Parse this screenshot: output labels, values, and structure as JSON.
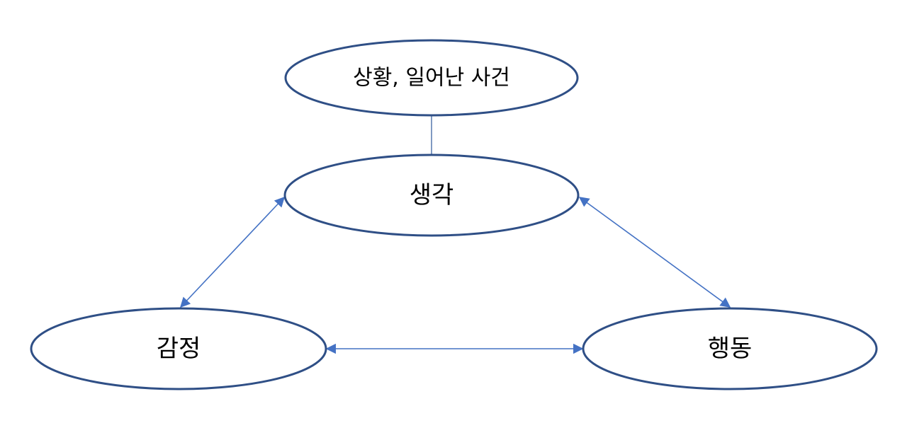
{
  "nodes": {
    "situation": {
      "label": "상황, 일어난 사건"
    },
    "thought": {
      "label": "생각"
    },
    "emotion": {
      "label": "감정"
    },
    "behavior": {
      "label": "행동"
    }
  },
  "connectors": [
    {
      "from": "situation",
      "to": "thought",
      "style": "line"
    },
    {
      "from": "thought",
      "to": "emotion",
      "style": "double-arrow"
    },
    {
      "from": "thought",
      "to": "behavior",
      "style": "double-arrow"
    },
    {
      "from": "emotion",
      "to": "behavior",
      "style": "double-arrow"
    }
  ],
  "colors": {
    "node_border": "#2f4f86",
    "arrow": "#4472c4",
    "text": "#000000",
    "background": "#ffffff"
  }
}
